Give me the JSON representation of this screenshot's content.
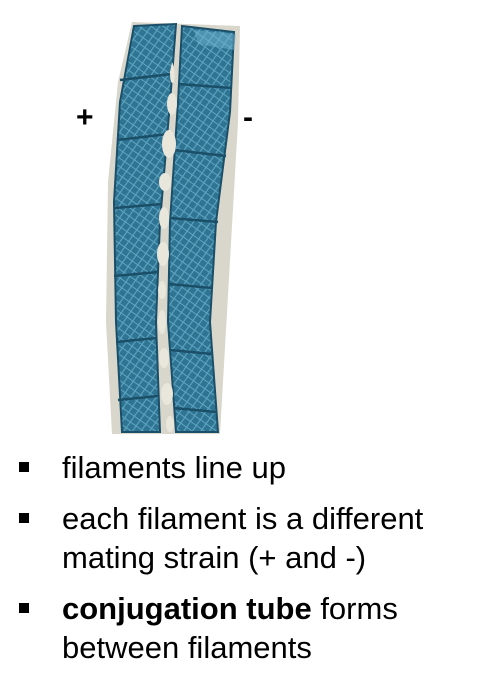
{
  "figure": {
    "left_sign": "+",
    "right_sign": "-",
    "colors": {
      "cell_fill": "#2f7493",
      "cell_dark": "#1b4f68",
      "cell_light": "#6fb4cf",
      "background_shadow": "#d9d6cc",
      "tube_fill": "#e9e6dc"
    }
  },
  "bullets": [
    {
      "text": "filaments line up"
    },
    {
      "text": "each filament is a different mating strain (+ and -)"
    },
    {
      "bold": "conjugation tube",
      "text": " forms between filaments"
    }
  ]
}
